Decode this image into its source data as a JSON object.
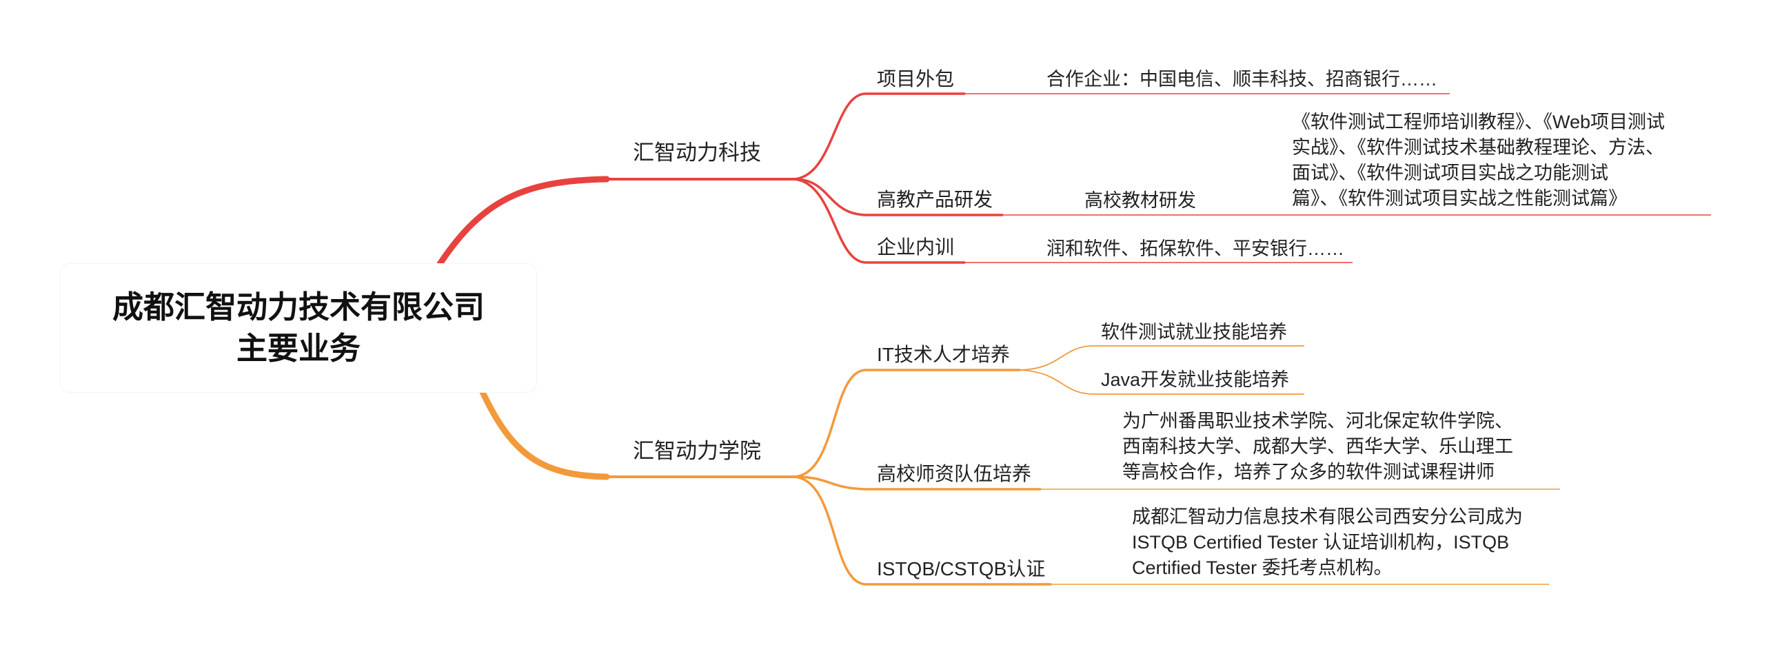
{
  "colors": {
    "red_branch": "#e8423f",
    "orange_branch": "#f29a3a",
    "text": "#222222"
  },
  "root": {
    "line1": "成都汇智动力技术有限公司",
    "line2": "主要业务"
  },
  "branch_tech": {
    "label": "汇智动力科技",
    "outsourcing": {
      "label": "项目外包",
      "detail": "合作企业：中国电信、顺丰科技、招商银行……"
    },
    "higher_ed": {
      "label": "高教产品研发",
      "sub_label": "高校教材研发",
      "detail_lines": [
        "《软件测试工程师培训教程》、《Web项目测试",
        "实战》、《软件测试技术基础教程理论、方法、",
        "面试》、《软件测试项目实战之功能测试",
        "篇》、《软件测试项目实战之性能测试篇》"
      ]
    },
    "internal_training": {
      "label": "企业内训",
      "detail": "润和软件、拓保软件、平安银行……"
    }
  },
  "branch_academy": {
    "label": "汇智动力学院",
    "it_talent": {
      "label": "IT技术人才培养",
      "items": [
        "软件测试就业技能培养",
        "Java开发就业技能培养"
      ]
    },
    "teachers": {
      "label": "高校师资队伍培养",
      "detail_lines": [
        "为广州番禺职业技术学院、河北保定软件学院、",
        "西南科技大学、成都大学、西华大学、乐山理工",
        "等高校合作，培养了众多的软件测试课程讲师"
      ]
    },
    "istqb": {
      "label": "ISTQB/CSTQB认证",
      "detail_lines": [
        "成都汇智动力信息技术有限公司西安分公司成为",
        "ISTQB  Certified  Tester 认证培训机构，ISTQB",
        "Certified  Tester 委托考点机构。"
      ]
    }
  }
}
